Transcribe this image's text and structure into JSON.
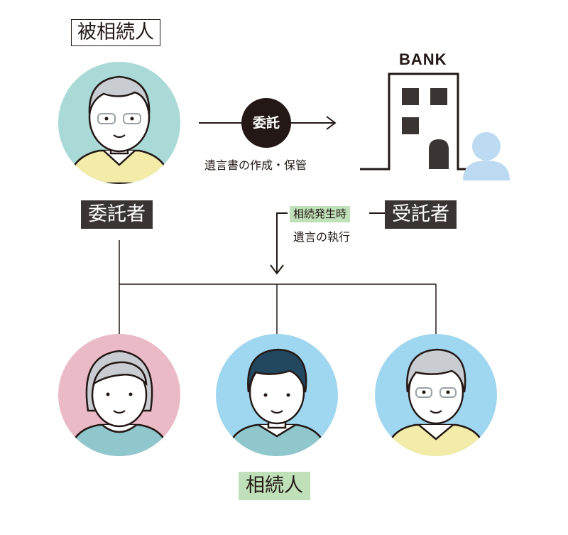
{
  "labels": {
    "decedent": "被相続人",
    "settlor": "委託者",
    "trustee": "受託者",
    "heirs": "相続人",
    "bank": "BANK"
  },
  "arrows": {
    "entrust": "委託",
    "entrust_desc": "遺言書の作成・保管",
    "on_inheritance": "相続発生時",
    "execution": "遺言の執行"
  },
  "colors": {
    "text": "#231815",
    "dark_label_bg": "#3a3533",
    "green_label_bg": "#bfe0b8",
    "decedent_circle": "#a9dad7",
    "heir1_circle": "#ebbac7",
    "heir2_circle": "#9fd6f0",
    "heir3_circle": "#9fd6f0",
    "bank_staff": "#bcdaf1"
  },
  "icons": [
    "elderly-man-avatar",
    "bank-building-icon",
    "bank-staff-icon",
    "elderly-woman-avatar",
    "young-man-avatar",
    "middle-aged-man-avatar"
  ]
}
